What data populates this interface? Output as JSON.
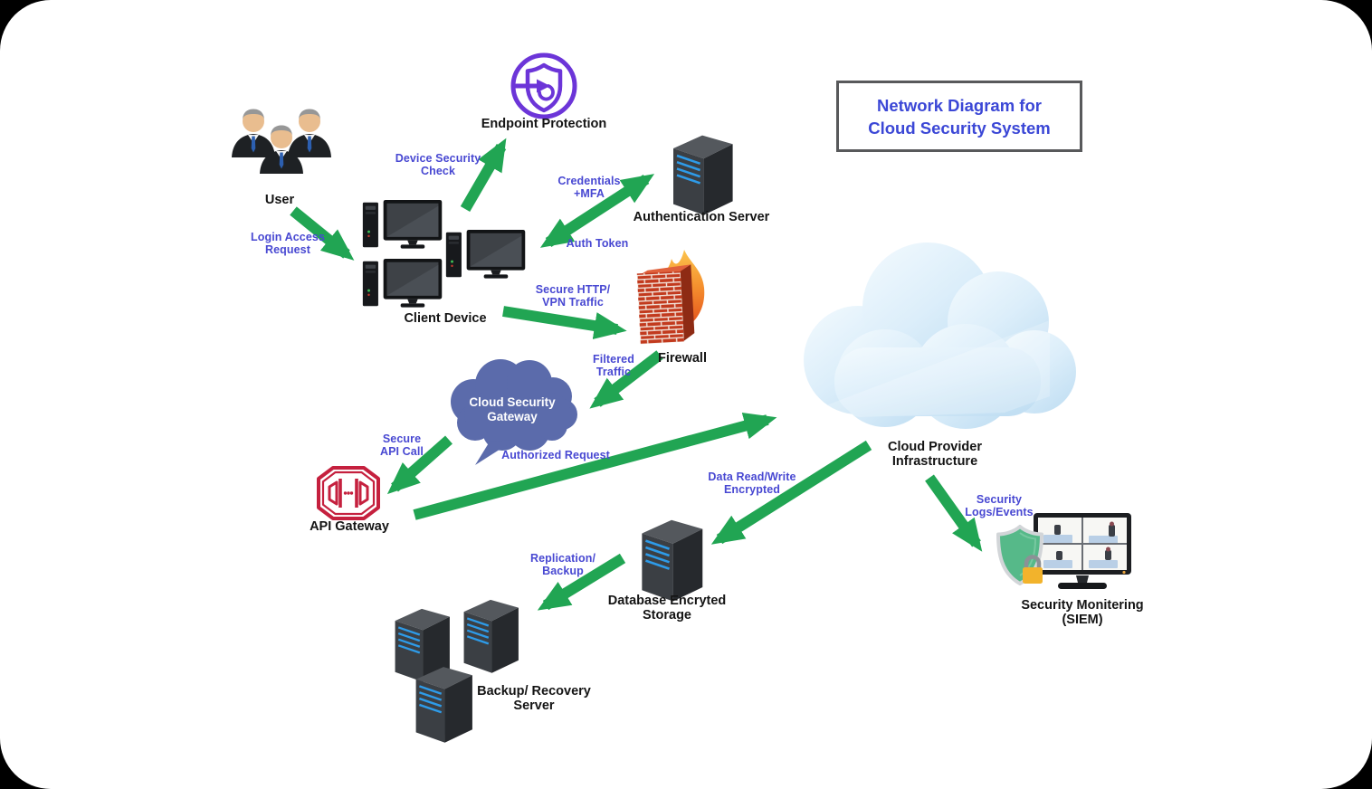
{
  "title": {
    "line1": "Network Diagram for",
    "line2": "Cloud Security System"
  },
  "colors": {
    "arrow_color": "#21A553",
    "flow_label_color": "#4848D2",
    "title_color": "#3B47D6",
    "node_label_color": "#141414",
    "bubble_color": "#5B6BAB",
    "accent_purple": "#6C35D8",
    "accent_red": "#C5203E"
  },
  "nodes": {
    "user": {
      "label": "User",
      "icon": "users-icon"
    },
    "endpoint_protection": {
      "label": "Endpoint Protection",
      "icon": "shield-scan-icon"
    },
    "authentication_server": {
      "label": "Authentication Server",
      "icon": "server-icon"
    },
    "client_device": {
      "label": "Client Device",
      "icon": "desktop-computer-icon"
    },
    "firewall": {
      "label": "Firewall",
      "icon": "brick-wall-flame-icon"
    },
    "cloud_security_gateway": {
      "line1": "Cloud Security",
      "line2": "Gateway",
      "icon": "thought-cloud-icon"
    },
    "api_gateway": {
      "label": "API Gateway",
      "icon": "octagon-gateway-icon"
    },
    "cloud_provider": {
      "line1": "Cloud Provider",
      "line2": "Infrastructure",
      "icon": "cloud-icon"
    },
    "database_storage": {
      "line1": "Database Encryted",
      "line2": "Storage",
      "icon": "server-icon"
    },
    "backup_server": {
      "line1": "Backup/ Recovery",
      "line2": "Server",
      "icon": "server-cluster-icon"
    },
    "siem": {
      "line1": "Security Monitering",
      "line2": "(SIEM)",
      "icon": "monitor-shield-lock-icon"
    }
  },
  "flows": {
    "login_access": {
      "line1": "Login Access",
      "line2": "Request"
    },
    "device_security": {
      "line1": "Device Security",
      "line2": "Check"
    },
    "credentials": {
      "line1": "Credentials",
      "line2": "+MFA"
    },
    "auth_token": {
      "line1": "Auth Token"
    },
    "secure_http": {
      "line1": "Secure HTTP/",
      "line2": "VPN Traffic"
    },
    "filtered_traffic": {
      "line1": "Filtered",
      "line2": "Traffic"
    },
    "secure_api": {
      "line1": "Secure",
      "line2": "API Call"
    },
    "authorized_request": {
      "line1": "Authorized Request"
    },
    "data_rw": {
      "line1": "Data Read/Write",
      "line2": "Encrypted"
    },
    "replication": {
      "line1": "Replication/",
      "line2": "Backup"
    },
    "security_logs": {
      "line1": "Security",
      "line2": "Logs/Events"
    }
  }
}
